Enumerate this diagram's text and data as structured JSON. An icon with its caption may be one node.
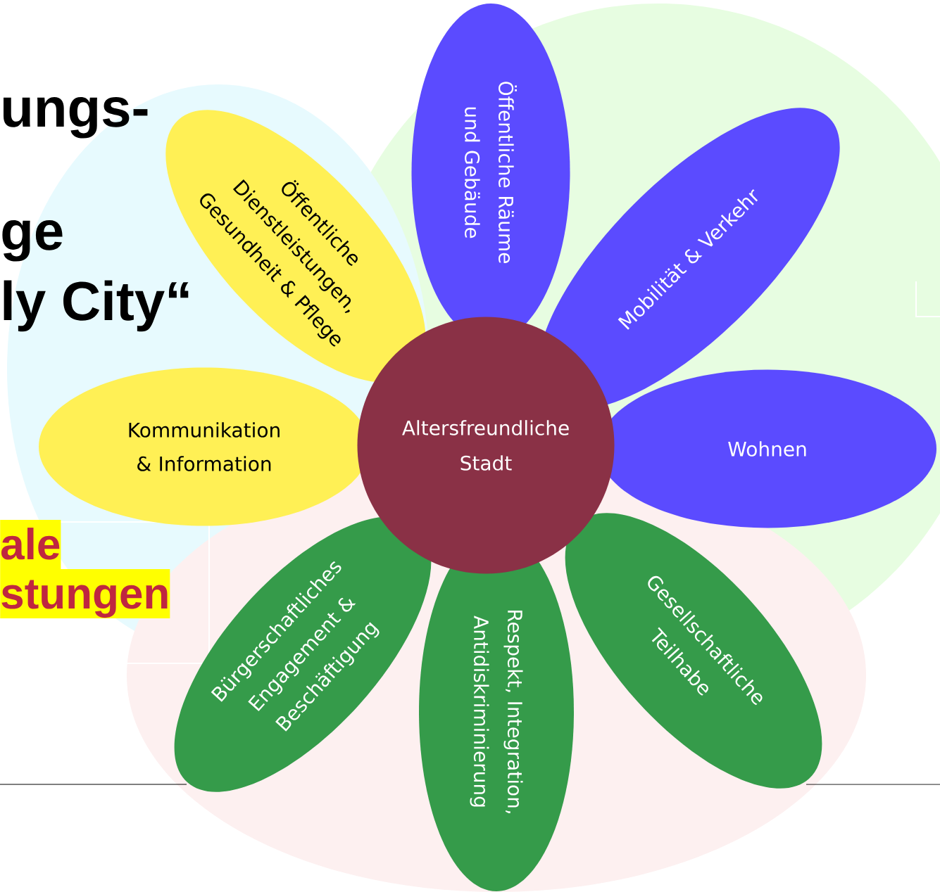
{
  "diagram": {
    "nodes": [
      {
        "text": [
          "Altersfreundliche Stadt"
        ]
      },
      {
        "text": [
          "Öffentliche Räume und Gebäude"
        ]
      },
      {
        "text": [
          "Mobilität & Verkehr"
        ]
      },
      {
        "text": [
          "Wohnen"
        ]
      },
      {
        "text": [
          "Gesellschaftliche Teilhabe"
        ]
      },
      {
        "text": [
          "Respekt, Integration, Antidiskriminierung"
        ]
      },
      {
        "text": [
          "Bürgerschaftliches Engagement & Beschäftigung"
        ]
      },
      {
        "text": [
          "Kommunikation & Information"
        ]
      },
      {
        "text": [
          "Öffentliche Dienstleistungen, Gesundheit & Pflege"
        ]
      }
    ],
    "labels": [
      "ungs-",
      "ge",
      "ly City“",
      "ale",
      "stungen"
    ]
  }
}
